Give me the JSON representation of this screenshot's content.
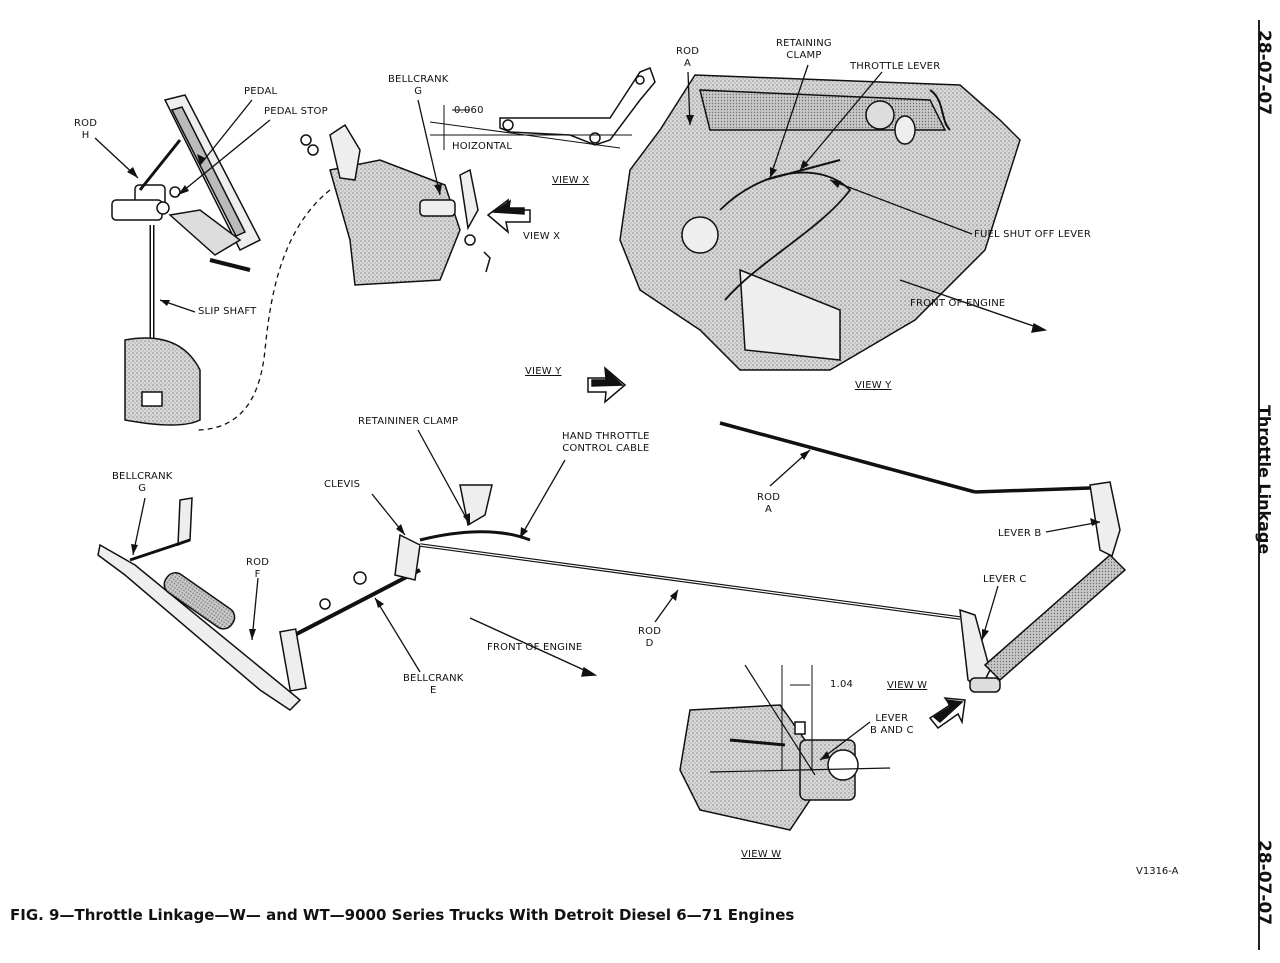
{
  "sidebar": {
    "page_number_top": "28-07-07",
    "title": "Throttle Linkage",
    "page_number_bottom": "28-07-07"
  },
  "labels": {
    "rod_h": "ROD\nH",
    "pedal": "PEDAL",
    "pedal_stop": "PEDAL STOP",
    "slip_shaft": "SLIP SHAFT",
    "bellcrank_g_top": "BELLCRANK\nG",
    "dim_0060": "0.060",
    "hoizontal": "HOIZONTAL",
    "view_x_1": "VIEW X",
    "view_x_2": "VIEW X",
    "rod_a_top": "ROD\nA",
    "retaining_clamp": "RETAINING\nCLAMP",
    "throttle_lever": "THROTTLE LEVER",
    "fuel_shut_off_lever": "FUEL SHUT OFF LEVER",
    "front_of_engine_top": "FRONT OF ENGINE",
    "view_y_1": "VIEW Y",
    "view_y_2": "VIEW Y",
    "retaininer_clamp": "RETAININER  CLAMP",
    "hand_throttle": "HAND THROTTLE\nCONTROL CABLE",
    "bellcrank_g_bottom": "BELLCRANK\nG",
    "clevis": "CLEVIS",
    "rod_f": "ROD\nF",
    "bellcrank_e": "BELLCRANK\nE",
    "front_of_engine_bottom": "FRONT OF ENGINE",
    "rod_d": "ROD\nD",
    "rod_a_bottom": "ROD\nA",
    "lever_b": "LEVER B",
    "lever_c": "LEVER C",
    "dim_104": "1.04",
    "view_w_1": "VIEW W",
    "lever_b_and_c": "LEVER\nB AND C",
    "view_w_2": "VIEW W"
  },
  "figure_code": "V1316-A",
  "caption": "FIG. 9—Throttle Linkage—W— and WT—9000 Series Trucks With Detroit Diesel 6—71 Engines"
}
